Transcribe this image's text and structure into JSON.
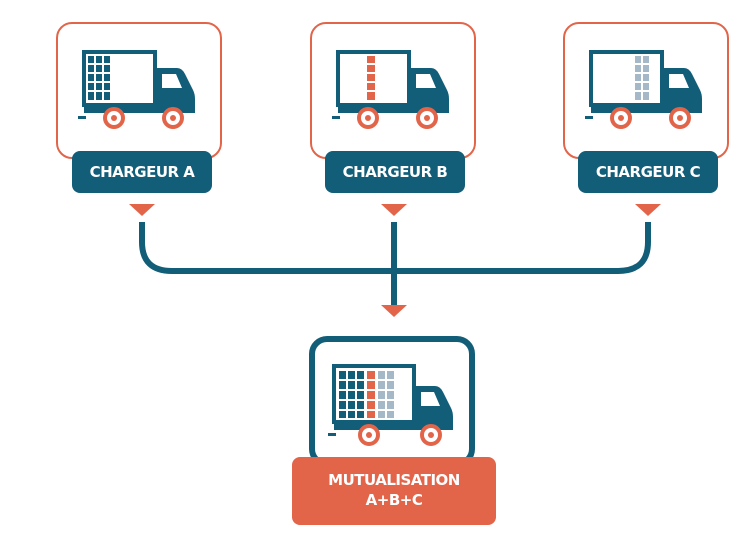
{
  "shippers": [
    {
      "label": "CHARGEUR A",
      "fill": "blue"
    },
    {
      "label": "CHARGEUR B",
      "fill": "orange"
    },
    {
      "label": "CHARGEUR C",
      "fill": "grey"
    }
  ],
  "result": {
    "label_line1": "MUTUALISATION",
    "label_line2": "A+B+C"
  },
  "colors": {
    "navy": "#125d78",
    "orange": "#e2654a",
    "grey": "#a4b8c8",
    "white": "#ffffff"
  }
}
